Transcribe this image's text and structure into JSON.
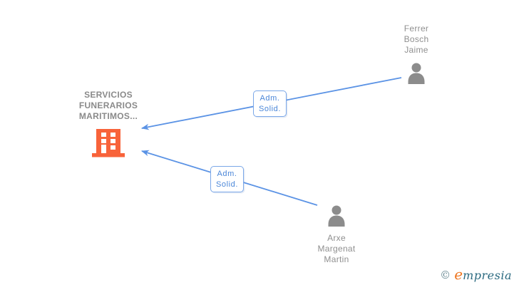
{
  "colors": {
    "edge-blue": "#5b93e5",
    "label-blue": "#4a86d8",
    "label-border-blue": "#7aa7e8",
    "company-gray": "#8a8a8a",
    "person-gray": "#8f8f8f",
    "icon-gray": "#8c8c8c",
    "building-orange": "#f8633a",
    "logo-orange": "#ee7722",
    "logo-teal": "#2b6a80",
    "copyright-gray": "#6a8a94"
  },
  "diagram": {
    "company": {
      "name": "SERVICIOS FUNERARIOS MARITIMOS..."
    },
    "persons": [
      {
        "name": "Ferrer Bosch Jaime"
      },
      {
        "name": "Arxe Margenat Martin"
      }
    ],
    "edges": [
      {
        "label": "Adm. Solid.",
        "from": "Ferrer Bosch Jaime",
        "to": "SERVICIOS FUNERARIOS MARITIMOS..."
      },
      {
        "label": "Adm. Solid.",
        "from": "Arxe Margenat Martin",
        "to": "SERVICIOS FUNERARIOS MARITIMOS..."
      }
    ]
  },
  "footer": {
    "copyright": "©",
    "brand_initial": "e",
    "brand_rest": "mpresia"
  }
}
